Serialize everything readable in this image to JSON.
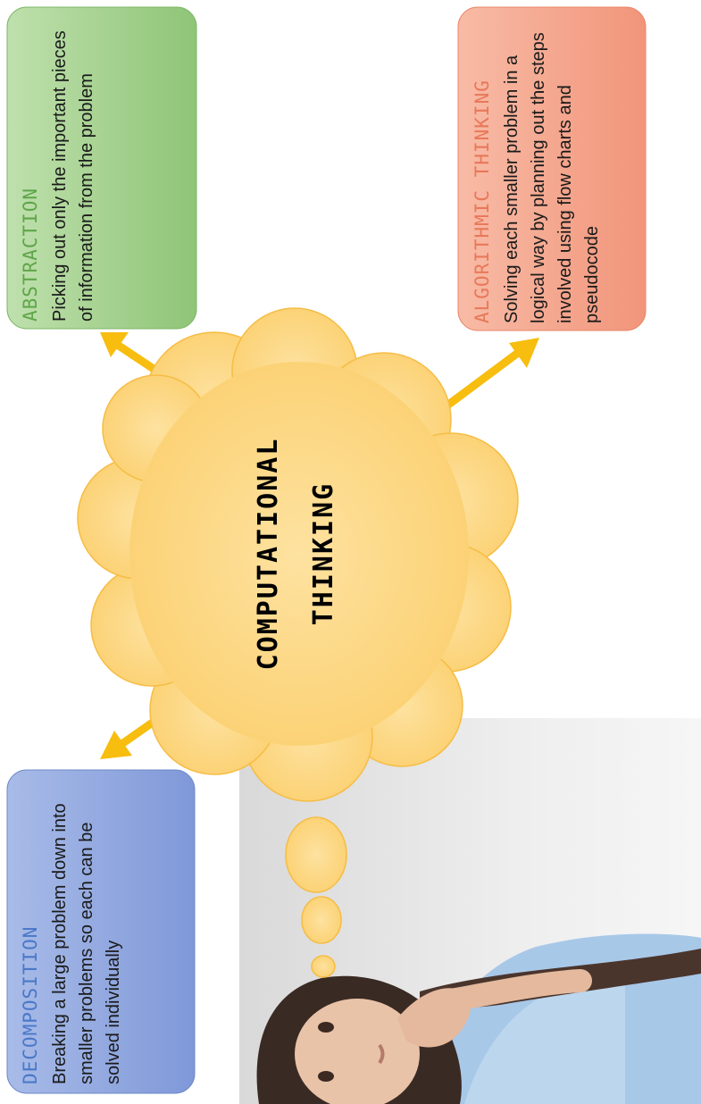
{
  "center": {
    "line1": "COMPUTATIONAL",
    "line2": "THINKING"
  },
  "nodes": [
    {
      "title": "DECOMPOSITION",
      "desc": "Breaking a large problem down into smaller problems so each can be solved individually",
      "title_color": "#4a78c8",
      "bg_color": "#8fa7df"
    },
    {
      "title": "ABSTRACTION",
      "desc": "Picking out only the important pieces of information from the problem",
      "title_color": "#5fa54a",
      "bg_color": "#a4cf8e"
    },
    {
      "title": "ALGORITHMIC THINKING",
      "desc": "Solving each smaller problem in a logical way by planning out the steps involved using flow charts and pseudocode",
      "title_color": "#e8785a",
      "bg_color": "#f4a38a"
    }
  ],
  "colors": {
    "cloud_fill": "#fdd37f",
    "cloud_stroke": "#f5bd44",
    "arrow": "#f7bd0f"
  }
}
